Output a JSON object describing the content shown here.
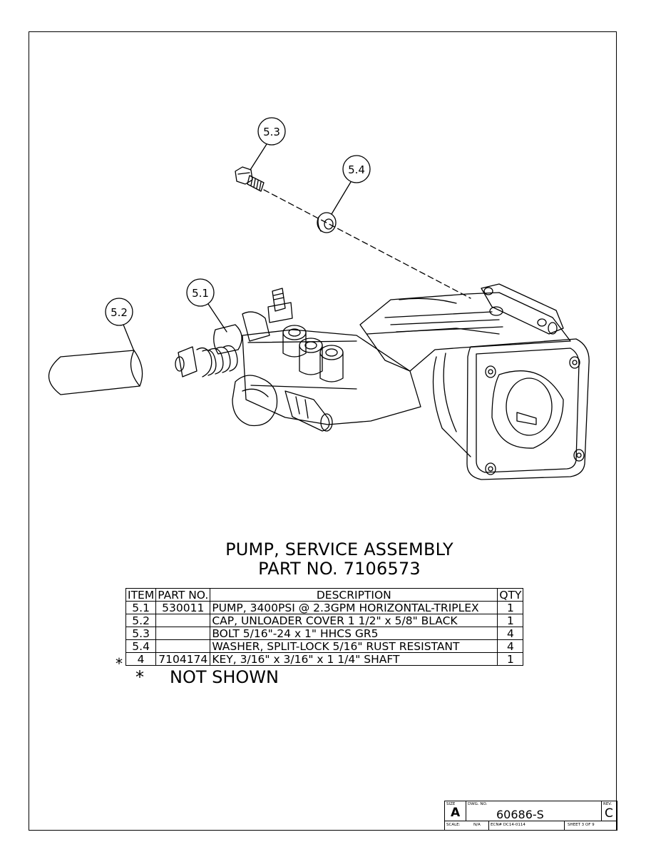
{
  "callouts": [
    "5.3",
    "5.4",
    "5.1",
    "5.2"
  ],
  "title": {
    "line1": "PUMP, SERVICE ASSEMBLY",
    "line2": "PART NO. 7106573"
  },
  "bom": {
    "headers": [
      "ITEM",
      "PART NO.",
      "DESCRIPTION",
      "QTY"
    ],
    "rows": [
      {
        "mark": "",
        "item": "5.1",
        "part": "530011",
        "desc": "PUMP, 3400PSI @ 2.3GPM HORIZONTAL-TRIPLEX",
        "qty": "1"
      },
      {
        "mark": "",
        "item": "5.2",
        "part": "",
        "desc": "CAP, UNLOADER COVER 1 1/2\" x 5/8\" BLACK",
        "qty": "1"
      },
      {
        "mark": "",
        "item": "5.3",
        "part": "",
        "desc": "BOLT 5/16\"-24 x 1\" HHCS GR5",
        "qty": "4"
      },
      {
        "mark": "",
        "item": "5.4",
        "part": "",
        "desc": "WASHER, SPLIT-LOCK 5/16\" RUST RESISTANT",
        "qty": "4"
      },
      {
        "mark": "*",
        "item": "4",
        "part": "7104174",
        "desc": "KEY, 3/16\" x 3/16\" x 1 1/4\" SHAFT",
        "qty": "1"
      }
    ]
  },
  "note": {
    "star": "*",
    "text": "NOT SHOWN"
  },
  "title_block": {
    "size_label": "SIZE",
    "size": "A",
    "dwg_label": "DWG. NO.",
    "dwg_no": "60686-S",
    "rev_label": "REV.",
    "rev": "C",
    "scale": "SCALE:",
    "scale_val": "N/A",
    "ecn": "ECN# DC14-0114",
    "sheet": "SHEET 3 OF 9"
  }
}
